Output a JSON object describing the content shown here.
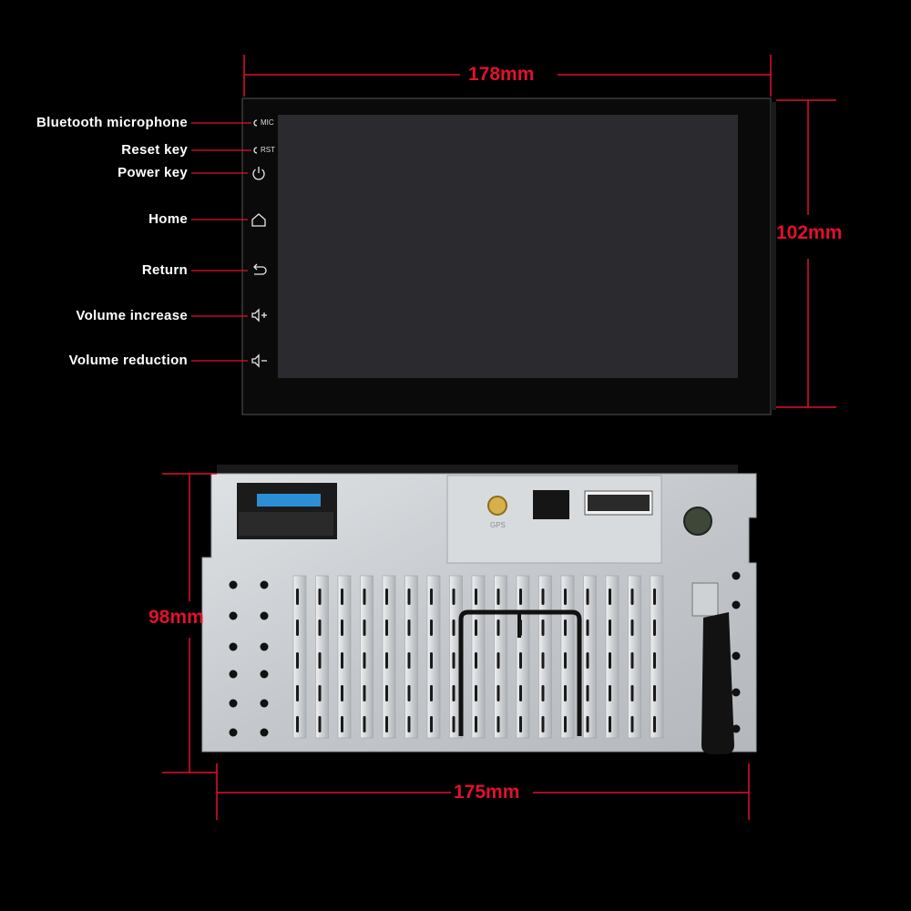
{
  "dimensions": {
    "front_width": "178mm",
    "front_height": "102mm",
    "rear_height": "98mm",
    "rear_width": "175mm"
  },
  "button_labels": {
    "mic": "Bluetooth microphone",
    "reset": "Reset key",
    "power": "Power key",
    "home": "Home",
    "return": "Return",
    "vol_up": "Volume increase",
    "vol_down": "Volume reduction"
  },
  "button_markings": {
    "mic": "MIC",
    "reset": "RST"
  },
  "rear_markings": {
    "gps": "GPS"
  },
  "colors": {
    "dimension": "#e0112e",
    "background": "#000000",
    "chassis": "#c8ccd0",
    "screen": "#2b2b2f"
  },
  "icons": [
    "power-icon",
    "home-icon",
    "return-icon",
    "volume-up-icon",
    "volume-down-icon"
  ]
}
